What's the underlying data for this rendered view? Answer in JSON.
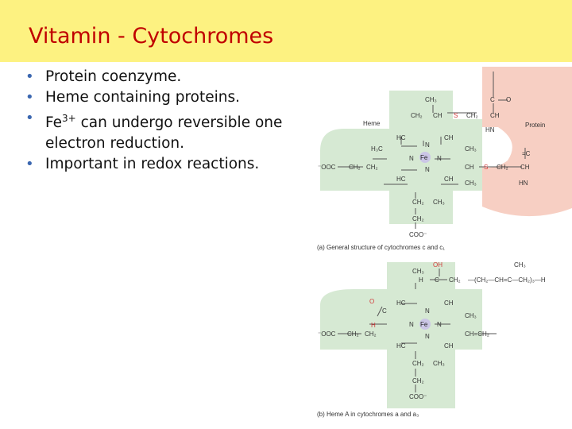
{
  "slide": {
    "title": "Vitamin - Cytochromes",
    "bullets": [
      {
        "pre": "Protein coenzyme.",
        "sup": "",
        "post": ""
      },
      {
        "pre": "Heme containing proteins.",
        "sup": "",
        "post": ""
      },
      {
        "pre": "Fe",
        "sup": "3+",
        "post": " can undergo reversible one electron reduction."
      },
      {
        "pre": "Important in redox reactions.",
        "sup": "",
        "post": ""
      }
    ]
  },
  "figure": {
    "a": {
      "caption": "(a) General structure of cytochromes c and c₁",
      "labels": {
        "heme": "Heme",
        "protein": "Protein",
        "fe": "Fe",
        "n": "N",
        "ch3": "CH₃",
        "ch2": "CH₂",
        "ch": "CH",
        "c": "C",
        "o": "O",
        "hc": "HC",
        "h3c": "H₃C",
        "hn": "HN",
        "s": "S",
        "coo": "COO⁻",
        "ooc": "⁻OOC",
        "c_eq": "=C"
      }
    },
    "b": {
      "caption": "(b) Heme A in cytochromes a and a₃",
      "labels": {
        "oh": "OH",
        "ch3": "CH₃",
        "ch2": "CH₂",
        "h": "H",
        "c": "C",
        "o": "O",
        "n": "N",
        "fe": "Fe",
        "hc": "HC",
        "ch": "CH",
        "ooc": "⁻OOC",
        "coo": "COO⁻",
        "chain": "—(CH₂—CH=C—CH₂)₃—H",
        "vinyl": "CH=CH₂"
      }
    },
    "colors": {
      "heme_fill": "#d6e9d3",
      "protein_fill": "#f7cfc3",
      "fe_fill": "#cbc6e6",
      "accent_red": "#d23a3a",
      "text": "#333333"
    }
  }
}
